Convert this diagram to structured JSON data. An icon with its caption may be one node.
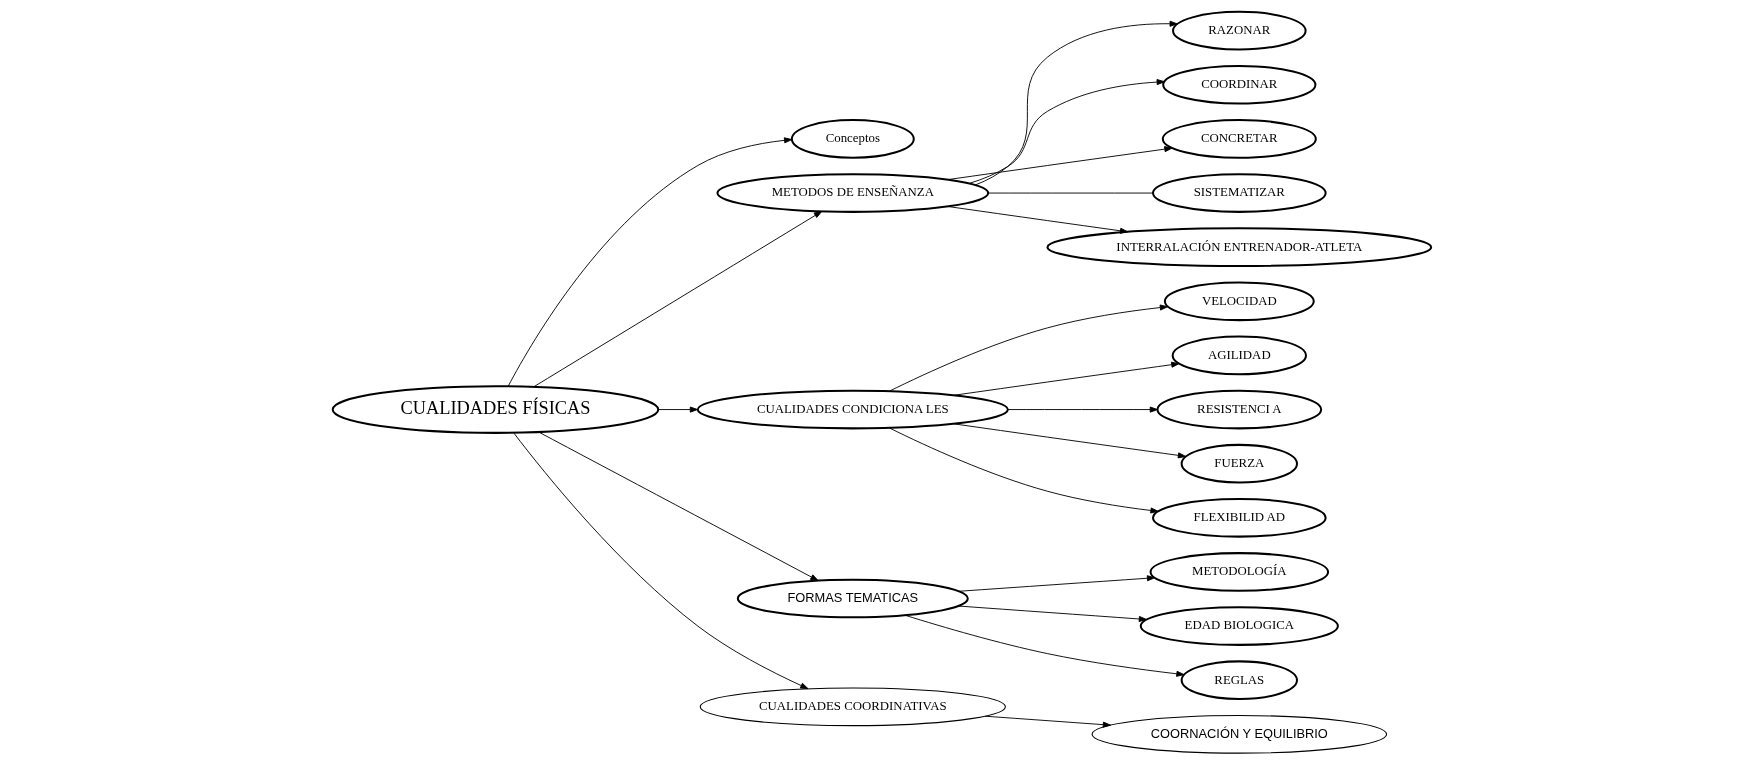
{
  "diagram": {
    "nodes": [
      {
        "text": [
          "CUALIDADES FÍSICAS"
        ]
      },
      {
        "text": [
          "Conceptos"
        ]
      },
      {
        "text": [
          "METODOS DE ENSEÑANZA"
        ]
      },
      {
        "text": [
          "RAZONAR"
        ]
      },
      {
        "text": [
          "COORDINAR"
        ]
      },
      {
        "text": [
          "CONCRETAR"
        ]
      },
      {
        "text": [
          "SISTEMATIZAR"
        ]
      },
      {
        "text": [
          "INTERRALACIÓN ENTRENADOR-ATLETA"
        ]
      },
      {
        "text": [
          "CUALIDADES CONDICIONA LES"
        ]
      },
      {
        "text": [
          "VELOCIDAD"
        ]
      },
      {
        "text": [
          "AGILIDAD"
        ]
      },
      {
        "text": [
          "RESISTENCI A"
        ]
      },
      {
        "text": [
          "FUERZA"
        ]
      },
      {
        "text": [
          "FLEXIBILID AD"
        ]
      },
      {
        "text": [
          "FORMAS TEMATICAS"
        ]
      },
      {
        "text": [
          "CUALIDADES COORDINATIVAS"
        ]
      },
      {
        "text": [
          "COORNACIÓN Y EQUILIBRIO"
        ]
      },
      {
        "text": [
          "METODOLOGÍA"
        ]
      },
      {
        "text": [
          "EDAD BIOLOGICA"
        ]
      },
      {
        "text": [
          "REGLAS"
        ]
      }
    ],
    "edges": [
      {
        "from": 0,
        "to": 1,
        "arrow": "to"
      },
      {
        "from": 0,
        "to": 2,
        "arrow": "to"
      },
      {
        "from": 0,
        "to": 8,
        "arrow": "to"
      },
      {
        "from": 0,
        "to": 14,
        "arrow": "to"
      },
      {
        "from": 0,
        "to": 15,
        "arrow": "to"
      },
      {
        "from": 2,
        "to": 3,
        "arrow": "to"
      },
      {
        "from": 2,
        "to": 4,
        "arrow": "to"
      },
      {
        "from": 2,
        "to": 5,
        "arrow": "to"
      },
      {
        "from": 2,
        "to": 6,
        "arrow": "none"
      },
      {
        "from": 2,
        "to": 7,
        "arrow": "to"
      },
      {
        "from": 8,
        "to": 9,
        "arrow": "to"
      },
      {
        "from": 8,
        "to": 10,
        "arrow": "to"
      },
      {
        "from": 8,
        "to": 11,
        "arrow": "to"
      },
      {
        "from": 8,
        "to": 12,
        "arrow": "to"
      },
      {
        "from": 8,
        "to": 13,
        "arrow": "to"
      },
      {
        "from": 15,
        "to": 16,
        "arrow": "to"
      },
      {
        "from": 14,
        "to": 17,
        "arrow": "to"
      },
      {
        "from": 14,
        "to": 18,
        "arrow": "to"
      },
      {
        "from": 14,
        "to": 19,
        "arrow": "to"
      }
    ]
  }
}
